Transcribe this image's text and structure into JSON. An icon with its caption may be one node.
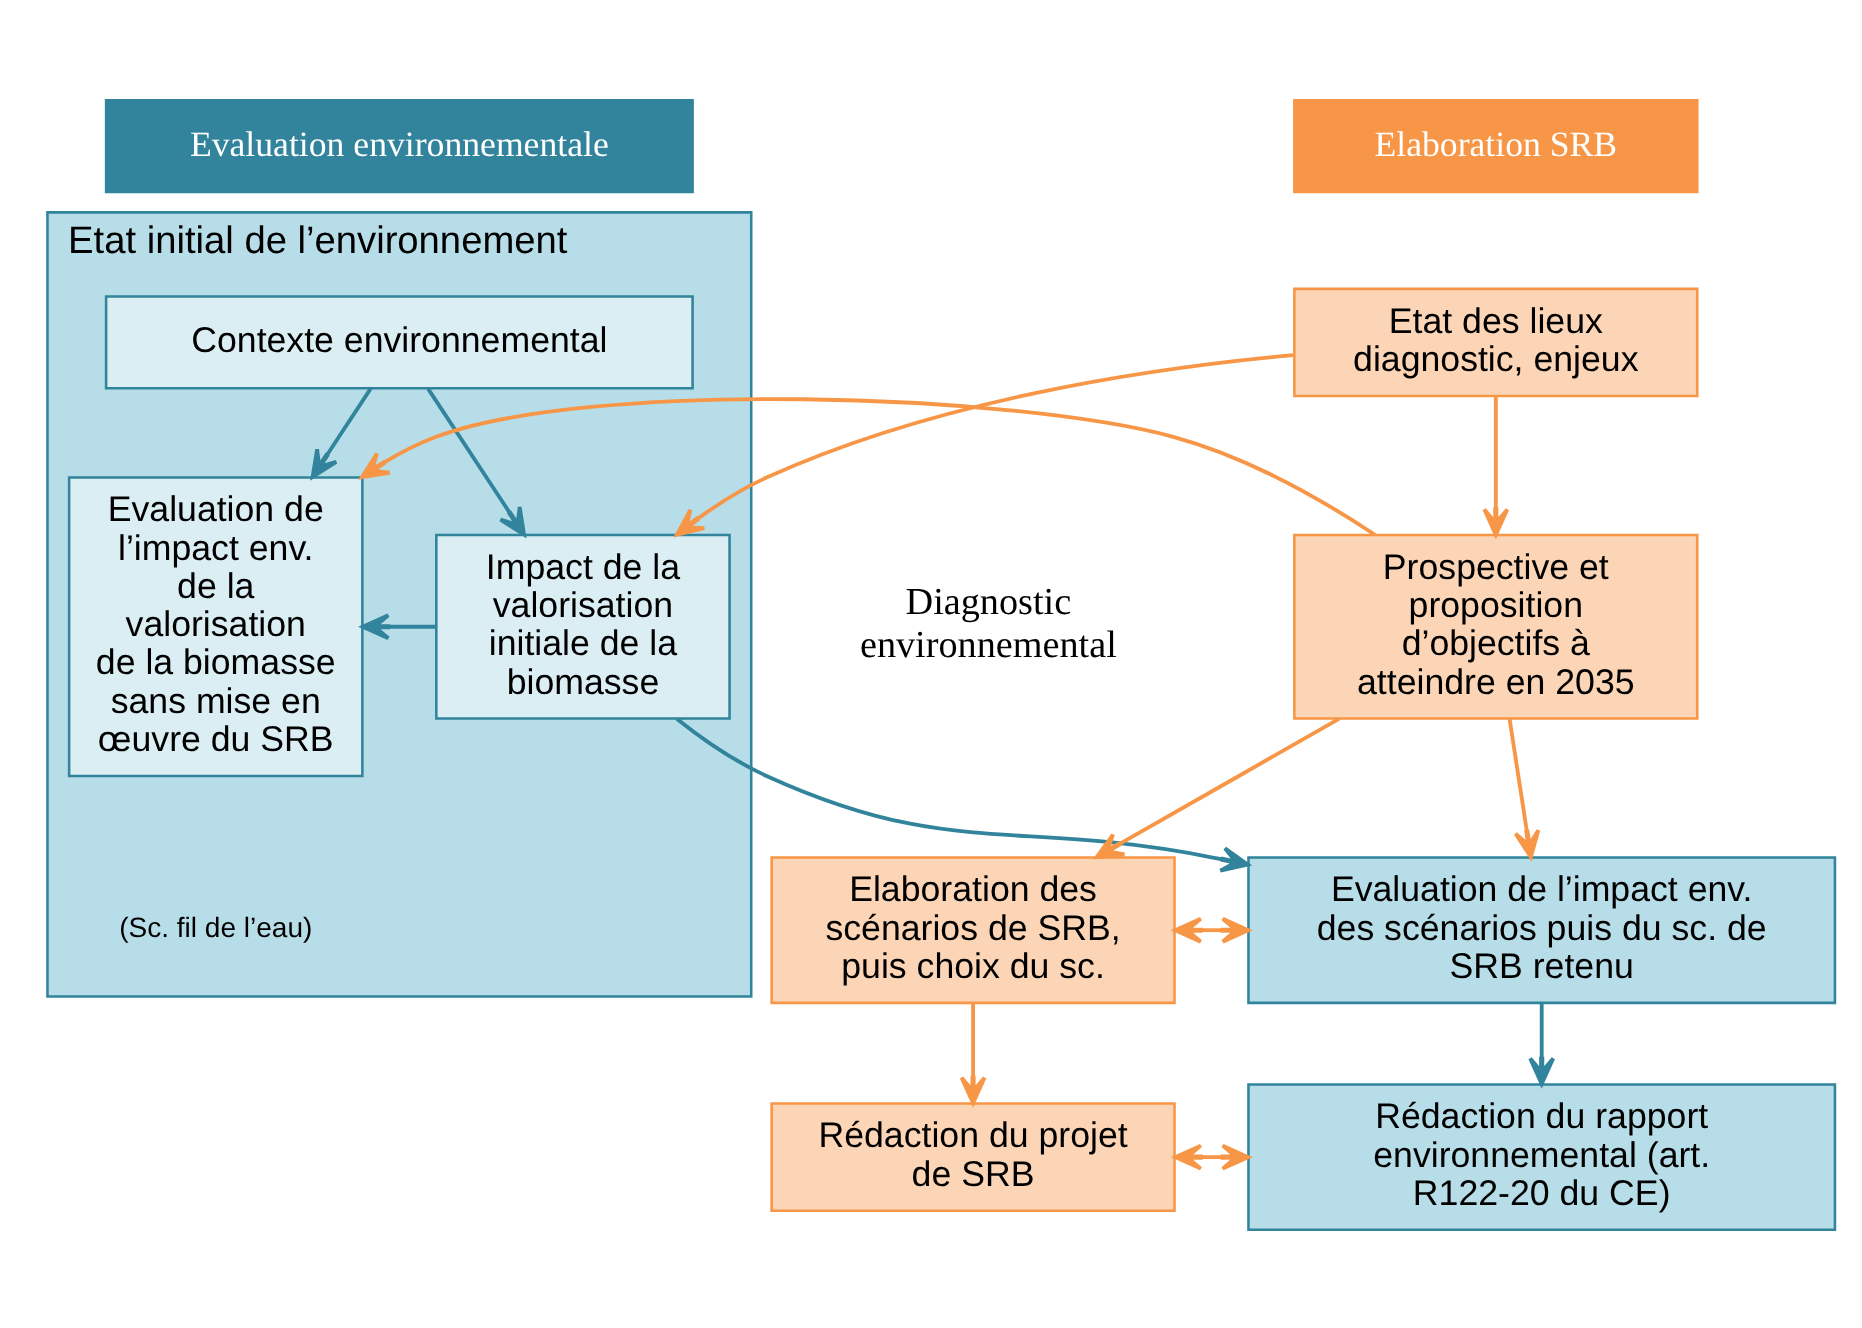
{
  "diagram": {
    "nodes": [
      {
        "text": [
          "Elaboration SRB"
        ]
      },
      {
        "text": [
          "Evaluation environnementale"
        ]
      },
      {
        "text": [
          "Etat des lieux diagnostic, enjeux"
        ]
      },
      {
        "text": [
          "Etat initial de l’environnement"
        ],
        "beside": [
          "(Sc. fil de l’eau)"
        ]
      },
      {
        "text": [
          "Contexte environnemental"
        ],
        "in": 3
      },
      {
        "text": [
          "Impact de la valorisation initiale de la biomasse"
        ],
        "in": 3
      },
      {
        "text": [
          "Evaluation de l’impact env. de la valorisation de la biomasse sans mise en œuvre du SRB"
        ],
        "in": 3
      },
      {
        "text": [
          "Prospective et proposition d’objectifs à atteindre en 2035"
        ]
      },
      {
        "text": [
          "Elaboration des scénarios de SRB, puis choix du sc."
        ]
      },
      {
        "text": [
          "Evaluation de l’impact env. des scénarios puis du sc. de SRB retenu"
        ]
      },
      {
        "text": [
          "Rédaction du projet de SRB"
        ]
      },
      {
        "text": [
          "Rédaction du rapport environnemental (art. R122-20 du CE)"
        ]
      }
    ],
    "edges": [
      {
        "from": 2,
        "to": 7,
        "arrow": "to"
      },
      {
        "from": 2,
        "to": 5,
        "arrow": "to"
      },
      {
        "from": 4,
        "to": 5,
        "arrow": "to",
        "color": "#31849b"
      },
      {
        "from": 4,
        "to": 6,
        "arrow": "to",
        "color": "#31849b"
      },
      {
        "from": 5,
        "to": 6,
        "arrow": "to",
        "color": "#31849b"
      },
      {
        "from": 7,
        "to": 6,
        "arrow": "to"
      },
      {
        "from": 7,
        "to": 8,
        "arrow": "to"
      },
      {
        "from": 5,
        "to": 9,
        "arrow": "to",
        "color": "#31849b"
      },
      {
        "from": 7,
        "to": 9,
        "arrow": "to"
      },
      {
        "from": 8,
        "to": 9,
        "arrow": "both"
      },
      {
        "from": 8,
        "to": 10,
        "arrow": "to"
      },
      {
        "from": 9,
        "to": 11,
        "arrow": "to",
        "color": "#31849b"
      },
      {
        "from": 10,
        "to": 11,
        "arrow": "both"
      }
    ],
    "labels": [
      "Diagnostic environnemental"
    ]
  }
}
